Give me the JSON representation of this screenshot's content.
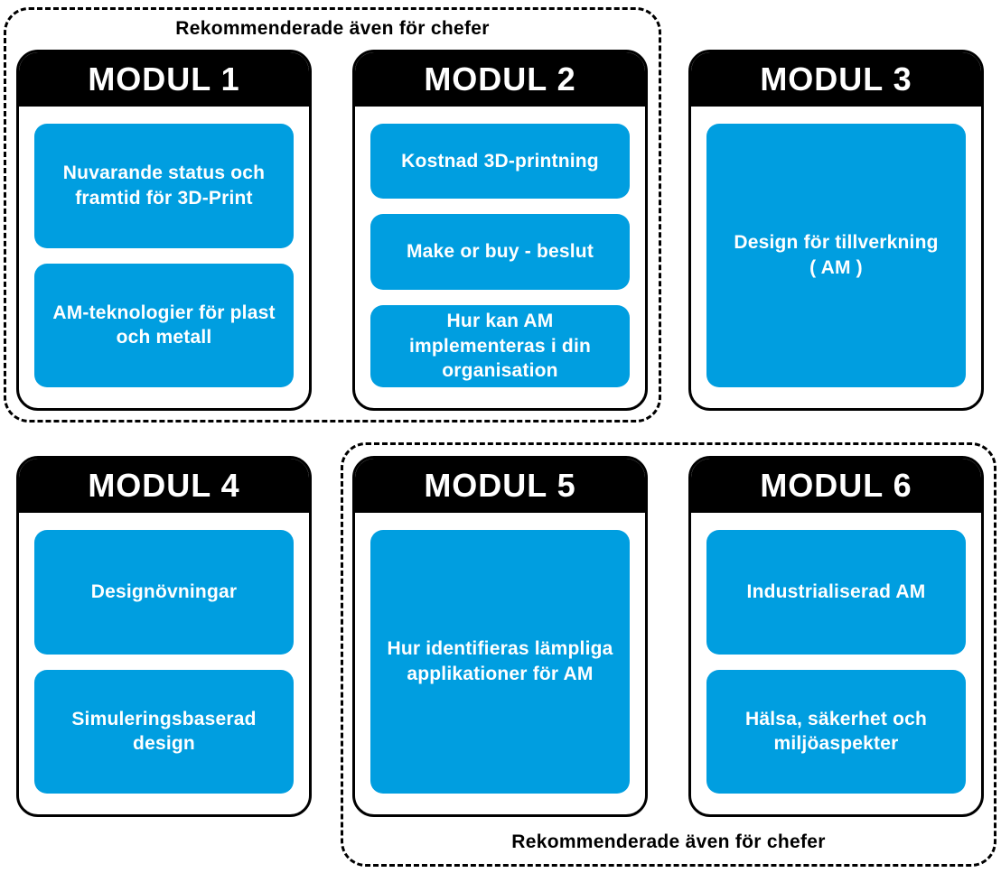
{
  "colors": {
    "accent_blue": "#009EE0",
    "header_black": "#000000",
    "card_white": "#FFFFFF"
  },
  "groups": {
    "top": {
      "label": "Rekommenderade även för chefer"
    },
    "bottom": {
      "label": "Rekommenderade även för chefer"
    }
  },
  "modules": [
    {
      "title": "MODUL 1",
      "topics": [
        "Nuvarande status och\nframtid för 3D-Print",
        "AM-teknologier för plast\noch metall"
      ]
    },
    {
      "title": "MODUL 2",
      "topics": [
        "Kostnad 3D-printning",
        "Make or buy - beslut",
        "Hur kan AM\nimplementeras i din\norganisation"
      ]
    },
    {
      "title": "MODUL 3",
      "topics": [
        "Design för tillverkning\n( AM )"
      ]
    },
    {
      "title": "MODUL 4",
      "topics": [
        "Designövningar",
        "Simuleringsbaserad\ndesign"
      ]
    },
    {
      "title": "MODUL 5",
      "topics": [
        "Hur identifieras lämpliga\napplikationer för AM"
      ]
    },
    {
      "title": "MODUL 6",
      "topics": [
        "Industrialiserad AM",
        "Hälsa, säkerhet och\nmiljöaspekter"
      ]
    }
  ]
}
